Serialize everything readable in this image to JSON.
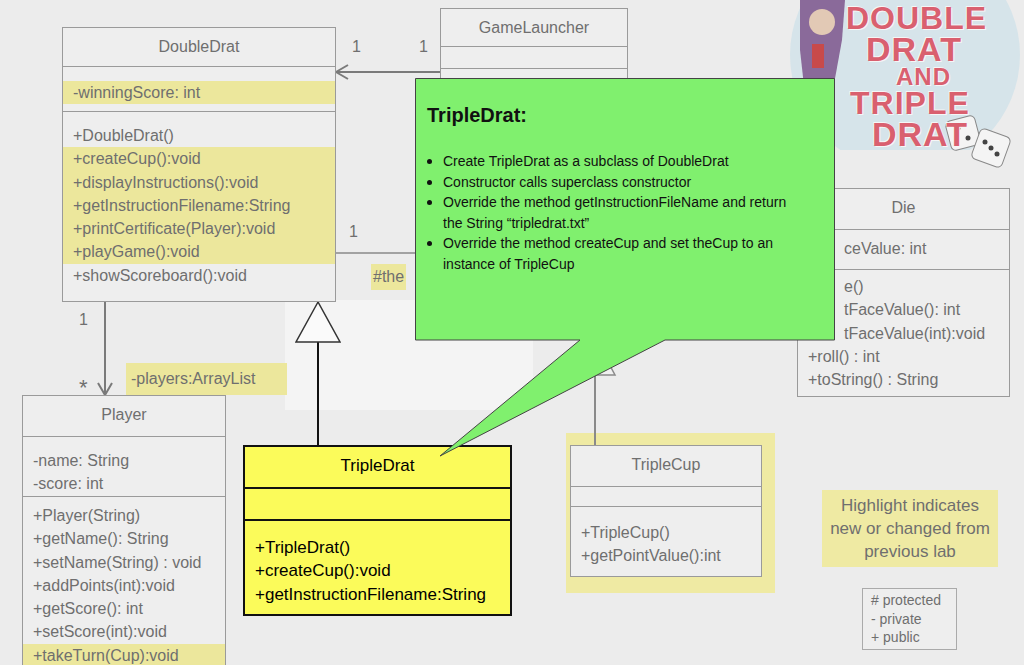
{
  "diagram": {
    "nodes": [
      {
        "text": [
          "DoubleDrat",
          "-winningScore: int",
          "+DoubleDrat()",
          "+createCup():void",
          "+displayInstructions():void",
          "+getInstructionFilename:String",
          "+printCertificate(Player):void",
          "+playGame():void",
          "+showScoreboard():void"
        ]
      },
      {
        "text": [
          "GameLauncher"
        ]
      },
      {
        "text": [
          "TripleDrat:",
          "Create TripleDrat as a subclass of DoubleDrat",
          "Constructor calls superclass constructor",
          "Override the method getInstructionFileName and return the String “tripledrat.txt”",
          "Override the method createCup and set theCup to an instance of TripleCup"
        ]
      },
      {
        "text": [
          "Die",
          "ceValue: int",
          "e()",
          "tFaceValue(): int",
          "tFaceValue(int):void",
          "+roll() : int",
          "+toString() : String"
        ]
      },
      {
        "text": [
          "Player",
          "-name: String",
          "-score: int",
          "+Player(String)",
          "+getName(): String",
          "+setName(String) : void",
          "+addPoints(int):void",
          "+getScore(): int",
          "+setScore(int):void",
          "+takeTurn(Cup):void"
        ]
      },
      {
        "text": [
          "TripleDrat",
          "+TripleDrat()",
          "+createCup():void",
          "+getInstructionFilename:String"
        ]
      },
      {
        "text": [
          "TripleCup",
          "+TripleCup()",
          "+getPointValue():int"
        ]
      },
      {
        "text": [
          "Highlight indicates new or changed from previous lab"
        ]
      },
      {
        "text": [
          "# protected",
          "- private",
          "+ public"
        ]
      }
    ],
    "edges": [
      {
        "from": 1,
        "to": 0,
        "arrow": "to"
      },
      {
        "from": 0,
        "to": 4,
        "arrow": "to"
      },
      {
        "from": 5,
        "to": 0,
        "arrow": "to"
      }
    ],
    "labels": [
      "1",
      "1",
      "1",
      "1",
      "*",
      "-players:ArrayList",
      "#the",
      "DOUBLE",
      "DRAT",
      "AND",
      "TRIPLE",
      "DRAT"
    ]
  }
}
